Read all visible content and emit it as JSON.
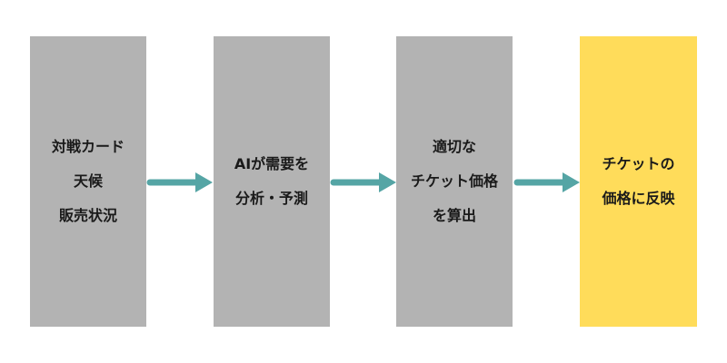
{
  "steps": [
    {
      "lines": [
        "対戦カード",
        "天候",
        "販売状況"
      ]
    },
    {
      "lines": [
        "AIが需要を",
        "分析・予測"
      ]
    },
    {
      "lines": [
        "適切な",
        "チケット価格",
        "を算出"
      ]
    },
    {
      "lines": [
        "チケットの",
        "価格に反映"
      ]
    }
  ],
  "colors": {
    "step_fill": "#b3b3b3",
    "final_fill": "#ffdc5a",
    "arrow": "#55a5a5"
  }
}
